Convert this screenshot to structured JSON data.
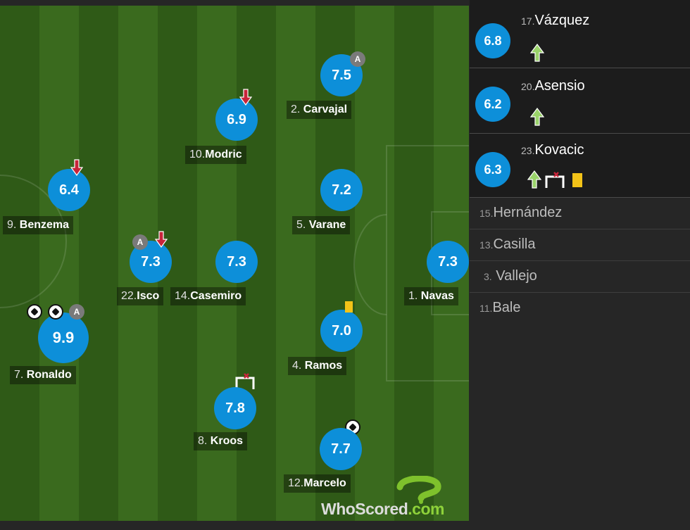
{
  "colors": {
    "rating_bubble": "#0d8fd9",
    "pitch_dark": "#2f5a17",
    "pitch_light": "#3a6a1e",
    "panel_bg": "#262626",
    "yellow_card": "#f3c318",
    "sub_arrow_on": "#9ad36a",
    "sub_arrow_off": "#c8243a"
  },
  "players": [
    {
      "number": "2.",
      "name": "Carvajal",
      "rating": "7.5",
      "icons": [
        "captain-icon"
      ]
    },
    {
      "number": "10.",
      "name": "Modric",
      "rating": "6.9",
      "icons": [
        "sub-off-icon"
      ]
    },
    {
      "number": "9.",
      "name": "Benzema",
      "rating": "6.4",
      "icons": [
        "sub-off-icon"
      ]
    },
    {
      "number": "5.",
      "name": "Varane",
      "rating": "7.2",
      "icons": []
    },
    {
      "number": "22.",
      "name": "Isco",
      "rating": "7.3",
      "icons": [
        "captain-icon",
        "sub-off-icon"
      ]
    },
    {
      "number": "14.",
      "name": "Casemiro",
      "rating": "7.3",
      "icons": []
    },
    {
      "number": "1.",
      "name": "Navas",
      "rating": "7.3",
      "icons": []
    },
    {
      "number": "7.",
      "name": "Ronaldo",
      "rating": "9.9",
      "icons": [
        "goal-icon",
        "goal-icon",
        "captain-icon"
      ]
    },
    {
      "number": "4.",
      "name": "Ramos",
      "rating": "7.0",
      "icons": [
        "yellow-card-icon"
      ]
    },
    {
      "number": "8.",
      "name": "Kroos",
      "rating": "7.8",
      "icons": [
        "assist-icon"
      ]
    },
    {
      "number": "12.",
      "name": "Marcelo",
      "rating": "7.7",
      "icons": [
        "goal-icon"
      ]
    }
  ],
  "subs": [
    {
      "number": "17.",
      "name": "Vázquez",
      "rating": "6.8",
      "icons": [
        "sub-on-icon"
      ]
    },
    {
      "number": "20.",
      "name": "Asensio",
      "rating": "6.2",
      "icons": [
        "sub-on-icon"
      ]
    },
    {
      "number": "23.",
      "name": "Kovacic",
      "rating": "6.3",
      "icons": [
        "sub-on-icon",
        "assist-icon",
        "yellow-card-icon"
      ]
    }
  ],
  "bench": [
    {
      "number": "15.",
      "name": "Hernández"
    },
    {
      "number": "13.",
      "name": "Casilla"
    },
    {
      "number": "3.",
      "name": "Vallejo"
    },
    {
      "number": "11.",
      "name": "Bale"
    }
  ],
  "captain_letter": "A",
  "logo": {
    "word_a": "WhoScored",
    "word_b": ".com"
  }
}
